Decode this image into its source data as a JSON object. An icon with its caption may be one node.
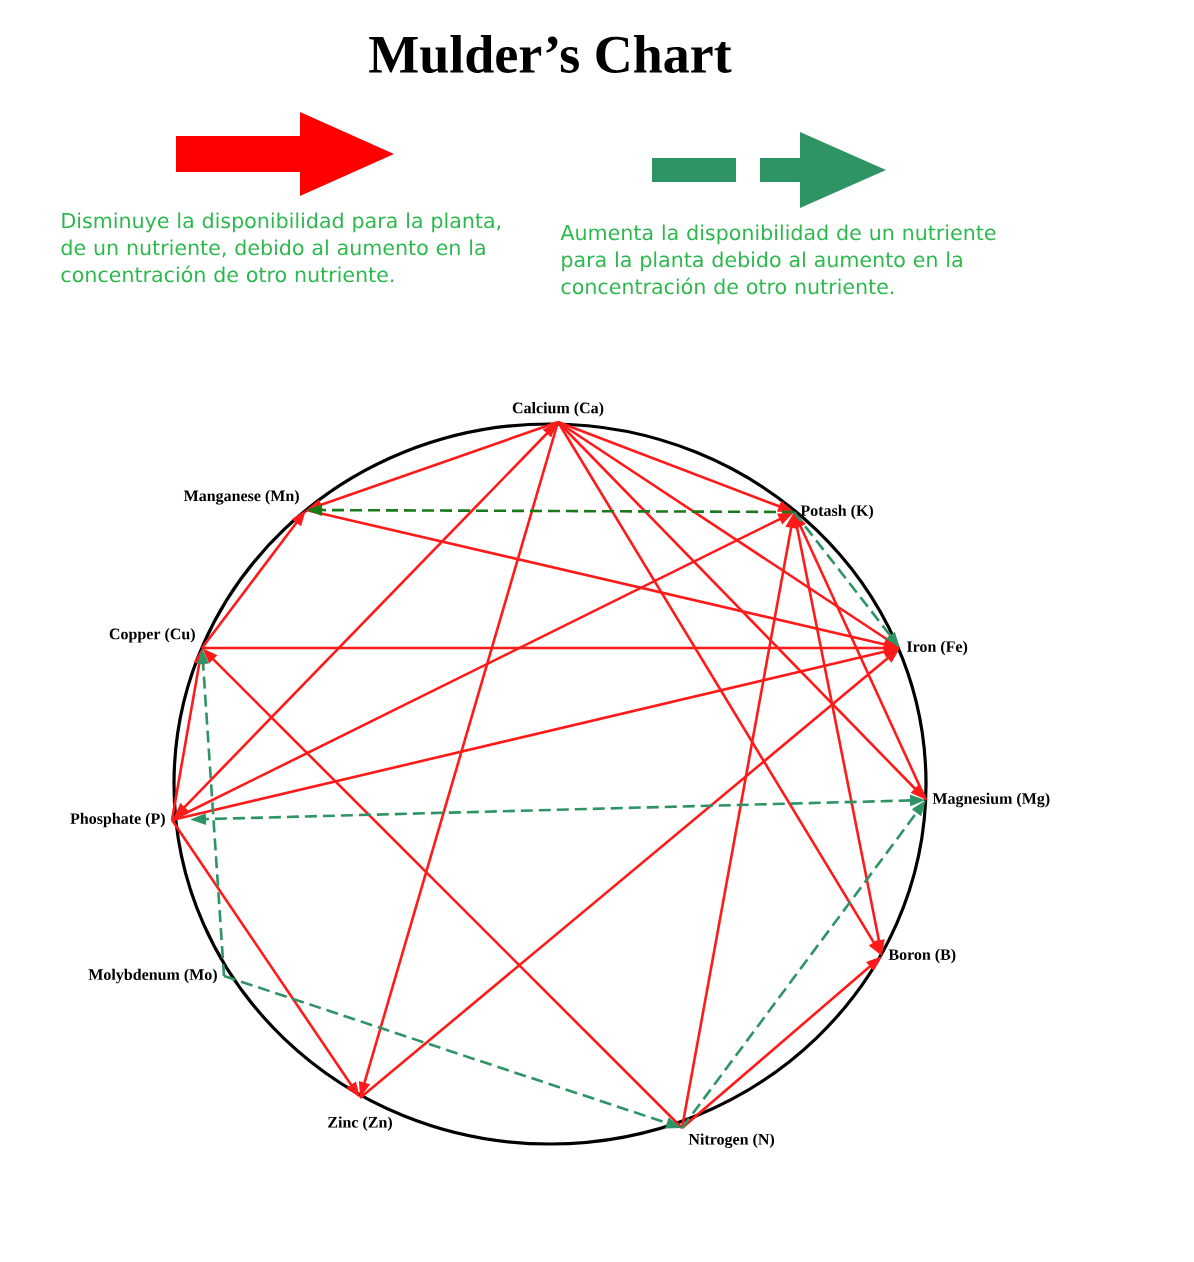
{
  "diagram": {
    "title": "Mulder’s Chart",
    "nodes": [
      {
        "text": [
          "Calcium (Ca)"
        ]
      },
      {
        "text": [
          "Manganese (Mn)"
        ]
      },
      {
        "text": [
          "Potash (K)"
        ]
      },
      {
        "text": [
          "Copper (Cu)"
        ]
      },
      {
        "text": [
          "Iron (Fe)"
        ]
      },
      {
        "text": [
          "Phosphate (P)"
        ]
      },
      {
        "text": [
          "Magnesium (Mg)"
        ]
      },
      {
        "text": [
          "Molybdenum (Mo)"
        ]
      },
      {
        "text": [
          "Boron (B)"
        ]
      },
      {
        "text": [
          "Zinc (Zn)"
        ]
      },
      {
        "text": [
          "Nitrogen (N)"
        ]
      }
    ],
    "edges": [
      {
        "from": 0,
        "to": 1,
        "arrow": "to"
      },
      {
        "from": 0,
        "to": 5,
        "arrow": "both"
      },
      {
        "from": 0,
        "to": 9,
        "arrow": "to"
      },
      {
        "from": 0,
        "to": 2,
        "arrow": "to"
      },
      {
        "from": 0,
        "to": 4,
        "arrow": "to"
      },
      {
        "from": 0,
        "to": 6,
        "arrow": "to"
      },
      {
        "from": 0,
        "to": 8,
        "arrow": "to"
      },
      {
        "from": 1,
        "to": 4,
        "arrow": "to"
      },
      {
        "from": 3,
        "to": 1,
        "arrow": "to"
      },
      {
        "from": 3,
        "to": 4,
        "arrow": "to"
      },
      {
        "from": 10,
        "to": 3,
        "arrow": "to"
      },
      {
        "from": 5,
        "to": 3,
        "arrow": "to"
      },
      {
        "from": 5,
        "to": 2,
        "arrow": "to"
      },
      {
        "from": 5,
        "to": 4,
        "arrow": "to"
      },
      {
        "from": 5,
        "to": 9,
        "arrow": "to"
      },
      {
        "from": 9,
        "to": 4,
        "arrow": "to"
      },
      {
        "from": 10,
        "to": 2,
        "arrow": "to"
      },
      {
        "from": 10,
        "to": 8,
        "arrow": "to"
      },
      {
        "from": 2,
        "to": 8,
        "arrow": "to"
      },
      {
        "from": 6,
        "to": 2,
        "arrow": "to"
      },
      {
        "from": 2,
        "to": 1,
        "arrow": "to",
        "style": "dashed",
        "color": "#1a7a1a"
      },
      {
        "from": 2,
        "to": 4,
        "arrow": "to",
        "style": "dashed",
        "color": "#2e9464"
      },
      {
        "from": 6,
        "to": 5,
        "arrow": "both",
        "style": "dashed",
        "color": "#2e9464"
      },
      {
        "from": 7,
        "to": 3,
        "arrow": "to",
        "style": "dashed",
        "color": "#2e9464"
      },
      {
        "from": 7,
        "to": 10,
        "arrow": "to",
        "style": "dashed",
        "color": "#2e9464"
      },
      {
        "from": 10,
        "to": 6,
        "arrow": "to",
        "style": "dashed",
        "color": "#2e9464"
      }
    ],
    "legend": [
      {
        "text": "Disminuye la disponibilidad para la planta, de un nutriente, debido al aumento en la concentración de otro nutriente."
      },
      {
        "text": "Aumenta la disponibilidad de un nutriente para la planta debido al aumento en la concentración de otro nutriente."
      }
    ]
  }
}
